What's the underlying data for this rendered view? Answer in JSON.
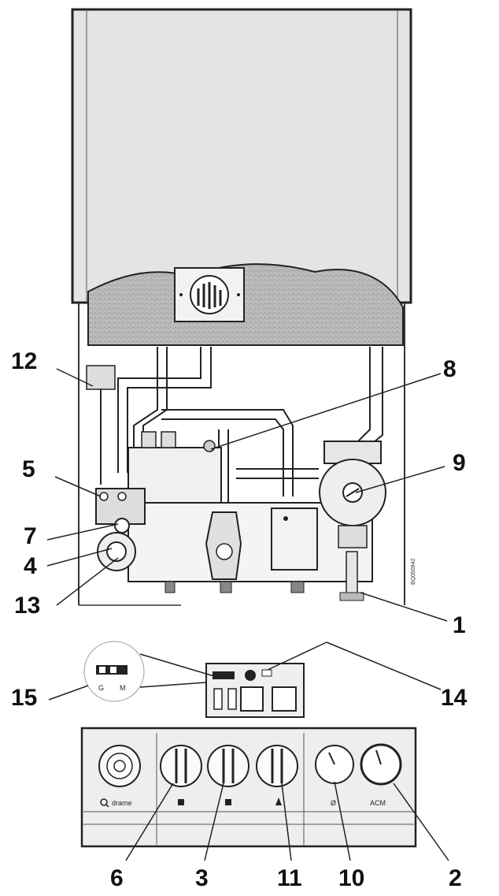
{
  "side_code": "BQ050942",
  "callouts": [
    {
      "id": "12",
      "text": "12"
    },
    {
      "id": "8",
      "text": "8"
    },
    {
      "id": "5",
      "text": "5"
    },
    {
      "id": "9",
      "text": "9"
    },
    {
      "id": "7",
      "text": "7"
    },
    {
      "id": "4",
      "text": "4"
    },
    {
      "id": "13",
      "text": "13"
    },
    {
      "id": "1",
      "text": "1"
    },
    {
      "id": "15",
      "text": "15"
    },
    {
      "id": "14",
      "text": "14"
    },
    {
      "id": "6",
      "text": "6"
    },
    {
      "id": "3",
      "text": "3"
    },
    {
      "id": "11",
      "text": "11"
    },
    {
      "id": "10",
      "text": "10"
    },
    {
      "id": "2",
      "text": "2"
    }
  ],
  "inset": {
    "left_letter": "G",
    "right_letter": "M"
  },
  "panel": {
    "label_left": "drame",
    "label_acm": "ACM",
    "label_gauge": "Ø"
  },
  "icons": [
    "magnifier-icon",
    "radiator-icon",
    "tap-icon",
    "flame-icon",
    "thermometer-icon"
  ]
}
